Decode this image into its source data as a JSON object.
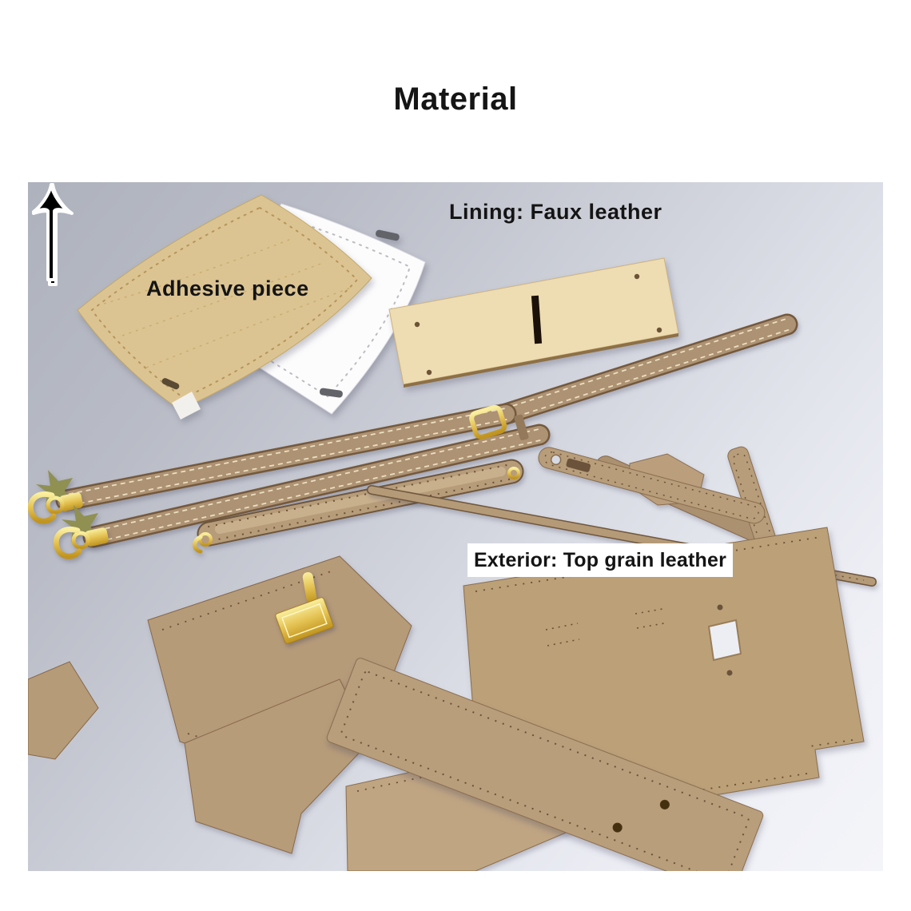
{
  "page": {
    "title": "Material"
  },
  "photo": {
    "annotations": {
      "adhesive": {
        "label": "Adhesive piece"
      },
      "lining": {
        "label": "Lining: Faux leather",
        "arrow_icon": "up-arrow-icon"
      },
      "exterior": {
        "label": "Exterior: Top grain leather",
        "arrow_icon": "up-arrow-icon"
      }
    }
  },
  "colors": {
    "leather": "#b29472",
    "leather_light": "#bfa583",
    "leather_dark": "#745a3e",
    "stitch": "#ecdfc2",
    "adhesive": "#dcc492",
    "white_piece": "#fcfcfd",
    "lining": "#eedcb2",
    "gold": "#d9b542",
    "label": "#141414",
    "photo_bg_dark": "#aeb2bd",
    "photo_bg_light": "#f4f5f9",
    "page_bg": "#ffffff"
  }
}
